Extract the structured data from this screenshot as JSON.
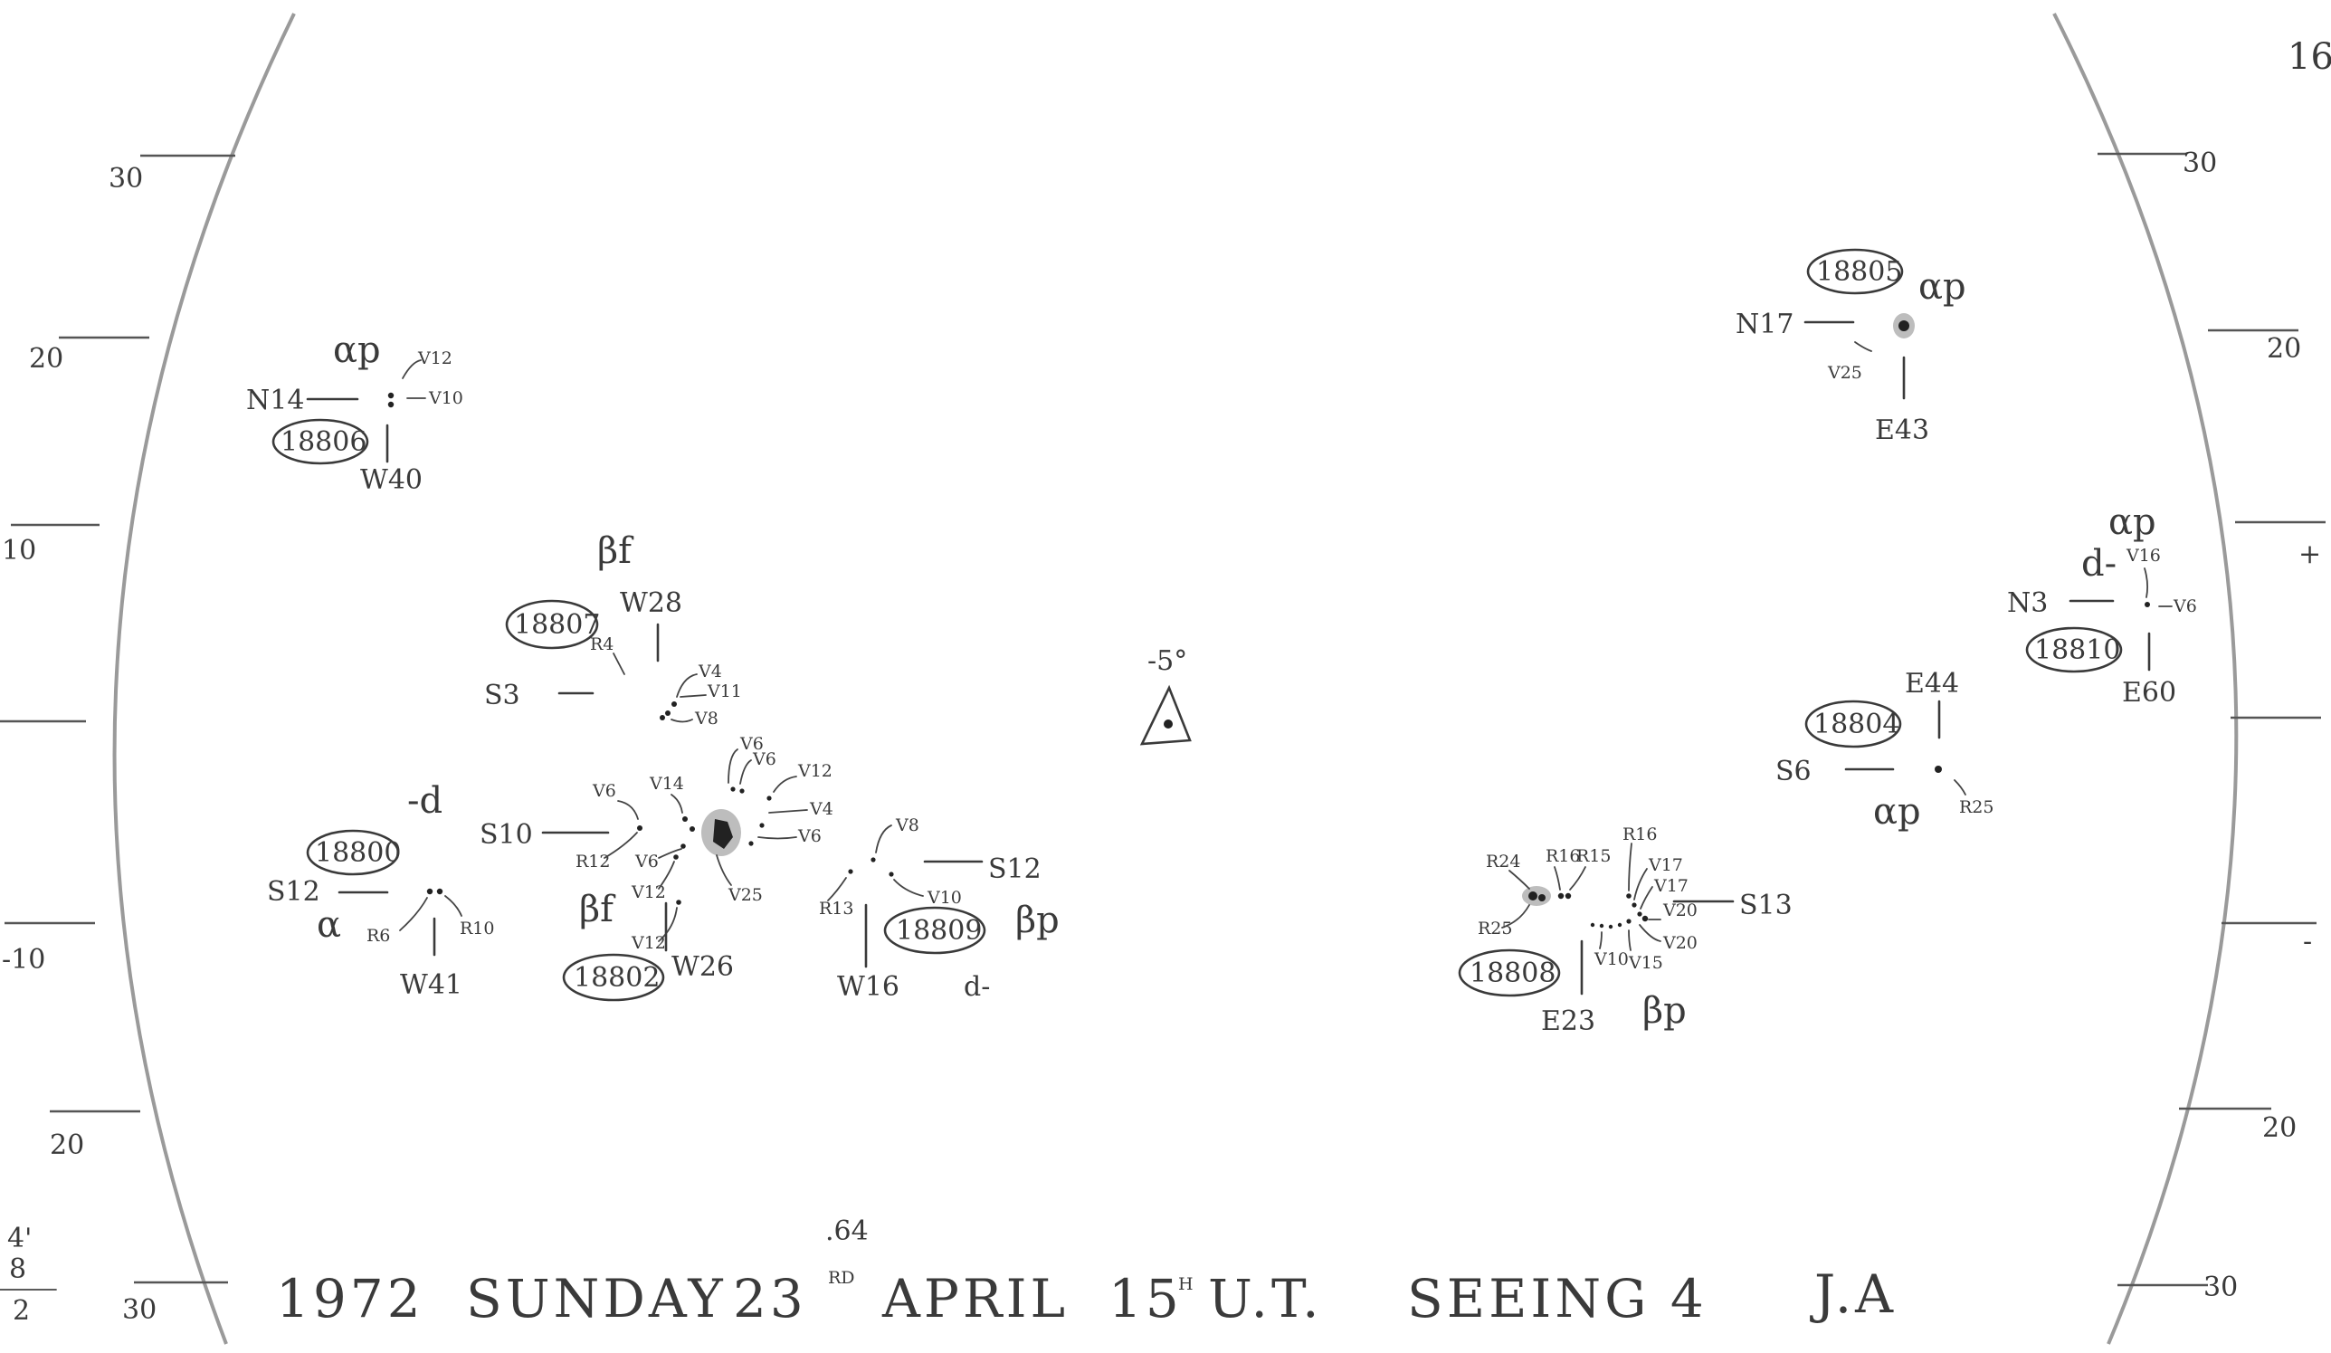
{
  "drawing": {
    "page_number": "16",
    "center_marker": {
      "label": "-5°",
      "symbol": "triangle"
    },
    "left_scale": {
      "ticks": [
        "30",
        "20",
        "10",
        "",
        "-10",
        "20",
        "30"
      ],
      "edge_fragments": [
        "4'",
        "8",
        "2"
      ]
    },
    "right_scale": {
      "ticks": [
        "30",
        "20",
        "+",
        "",
        "-",
        "20",
        "30"
      ]
    },
    "caption": {
      "year": "1972",
      "day": "SUNDAY",
      "date": "23",
      "date_suffix": "RD",
      "date_fraction": ".64",
      "month": "APRIL",
      "time": "15",
      "time_suffix": "H",
      "time_zone": "U.T.",
      "seeing": "SEEING 4",
      "observer": "J.A"
    },
    "groups": [
      {
        "number": "18806",
        "class": "αp",
        "lat": "N14",
        "lon": "W40",
        "spots": [
          "V12",
          "V10"
        ]
      },
      {
        "number": "18807",
        "class": "βf",
        "lat": "S3",
        "lon": "W28",
        "spots": [
          "R4",
          "V4",
          "V11",
          "V8"
        ]
      },
      {
        "number": "18800",
        "class": "α",
        "class_extra": "-d",
        "lat": "S12",
        "lon": "W41",
        "spots": [
          "R6",
          "R10"
        ]
      },
      {
        "number": "18802",
        "class": "βf",
        "lat": "S10",
        "lon": "W26",
        "spots": [
          "V6",
          "V14",
          "R12",
          "V6",
          "V12",
          "V12",
          "V25",
          "V6",
          "V6",
          "V12",
          "V4",
          "V6"
        ]
      },
      {
        "number": "18809",
        "class": "βp",
        "class_extra": "d-",
        "lat": "S12",
        "lon": "W16",
        "spots": [
          "V8",
          "R13",
          "V10"
        ]
      },
      {
        "number": "18805",
        "class": "αp",
        "lat": "N17",
        "lon": "E43",
        "spots": [
          "V25"
        ]
      },
      {
        "number": "18810",
        "class": "αp",
        "class_extra": "d-",
        "lat": "N3",
        "lon": "E60",
        "spots": [
          "V16",
          "V6"
        ]
      },
      {
        "number": "18804",
        "class": "αp",
        "lat": "S6",
        "lon": "E44",
        "spots": [
          "R25"
        ]
      },
      {
        "number": "18808",
        "class": "βp",
        "lat": "S13",
        "lon": "E23",
        "spots": [
          "R24",
          "R16",
          "R15",
          "R16",
          "V17",
          "V17",
          "V20",
          "V20",
          "V10",
          "V15",
          "R25"
        ]
      }
    ]
  }
}
